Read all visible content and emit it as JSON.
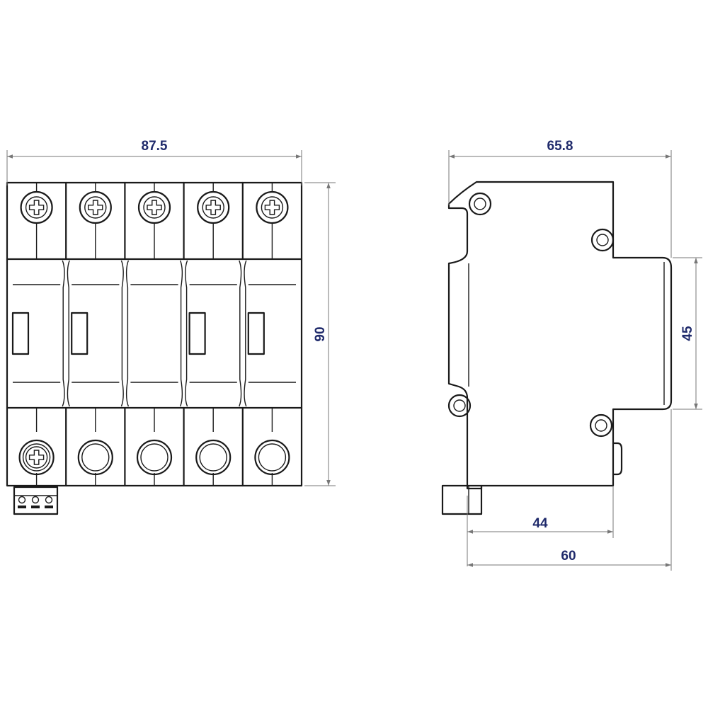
{
  "colors": {
    "line": "#1a1a1a",
    "dimension_line": "#777777",
    "dimension_text": "#1f2a6b",
    "background": "#ffffff"
  },
  "front_view": {
    "module_count": 5,
    "top_terminal_type": "screw-cross-icon",
    "bottom_terminal_types": [
      "screw-cross-icon",
      "ring-hole-icon",
      "ring-hole-icon",
      "ring-hole-icon",
      "ring-hole-icon"
    ],
    "has_connector_block": true,
    "dimensions": {
      "width": "87.5",
      "height": "90"
    }
  },
  "side_view": {
    "dimensions": {
      "overall_depth": "65.8",
      "front_face_height": "45",
      "rail_to_shoulder": "44",
      "rail_to_front": "60"
    }
  }
}
